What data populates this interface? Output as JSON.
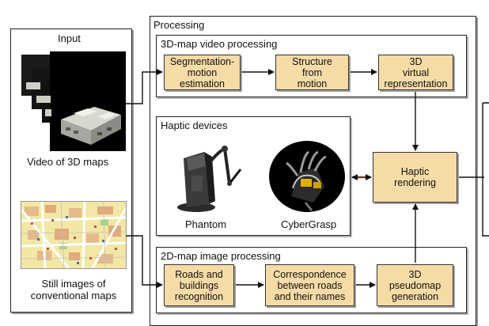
{
  "diagram": {
    "input_panel": {
      "title": "Input",
      "video_caption": "Video of 3D maps",
      "maps_caption": "Still images of\nconventional maps"
    },
    "processing_panel": {
      "title": "Processing",
      "video_section": {
        "title": "3D-map video processing",
        "boxes": [
          "Segmentation-\nmotion\nestimation",
          "Structure\nfrom\nmotion",
          "3D\nvirtual\nrepresentation"
        ]
      },
      "haptic_section": {
        "title": "Haptic devices",
        "devices": [
          "Phantom",
          "CyberGrasp"
        ]
      },
      "rendering_box": "Haptic\nrendering",
      "map_section": {
        "title": "2D-map image processing",
        "boxes": [
          "Roads and\nbuildings\nrecognition",
          "Correspondence\nbetween roads\nand their names",
          "3D\npseudomap\ngeneration"
        ]
      }
    },
    "colors": {
      "box_fill": "#f7dba6",
      "border": "#222222",
      "shadow": "#9a9a9a",
      "arrow_highlight": "#d9a25a"
    }
  }
}
